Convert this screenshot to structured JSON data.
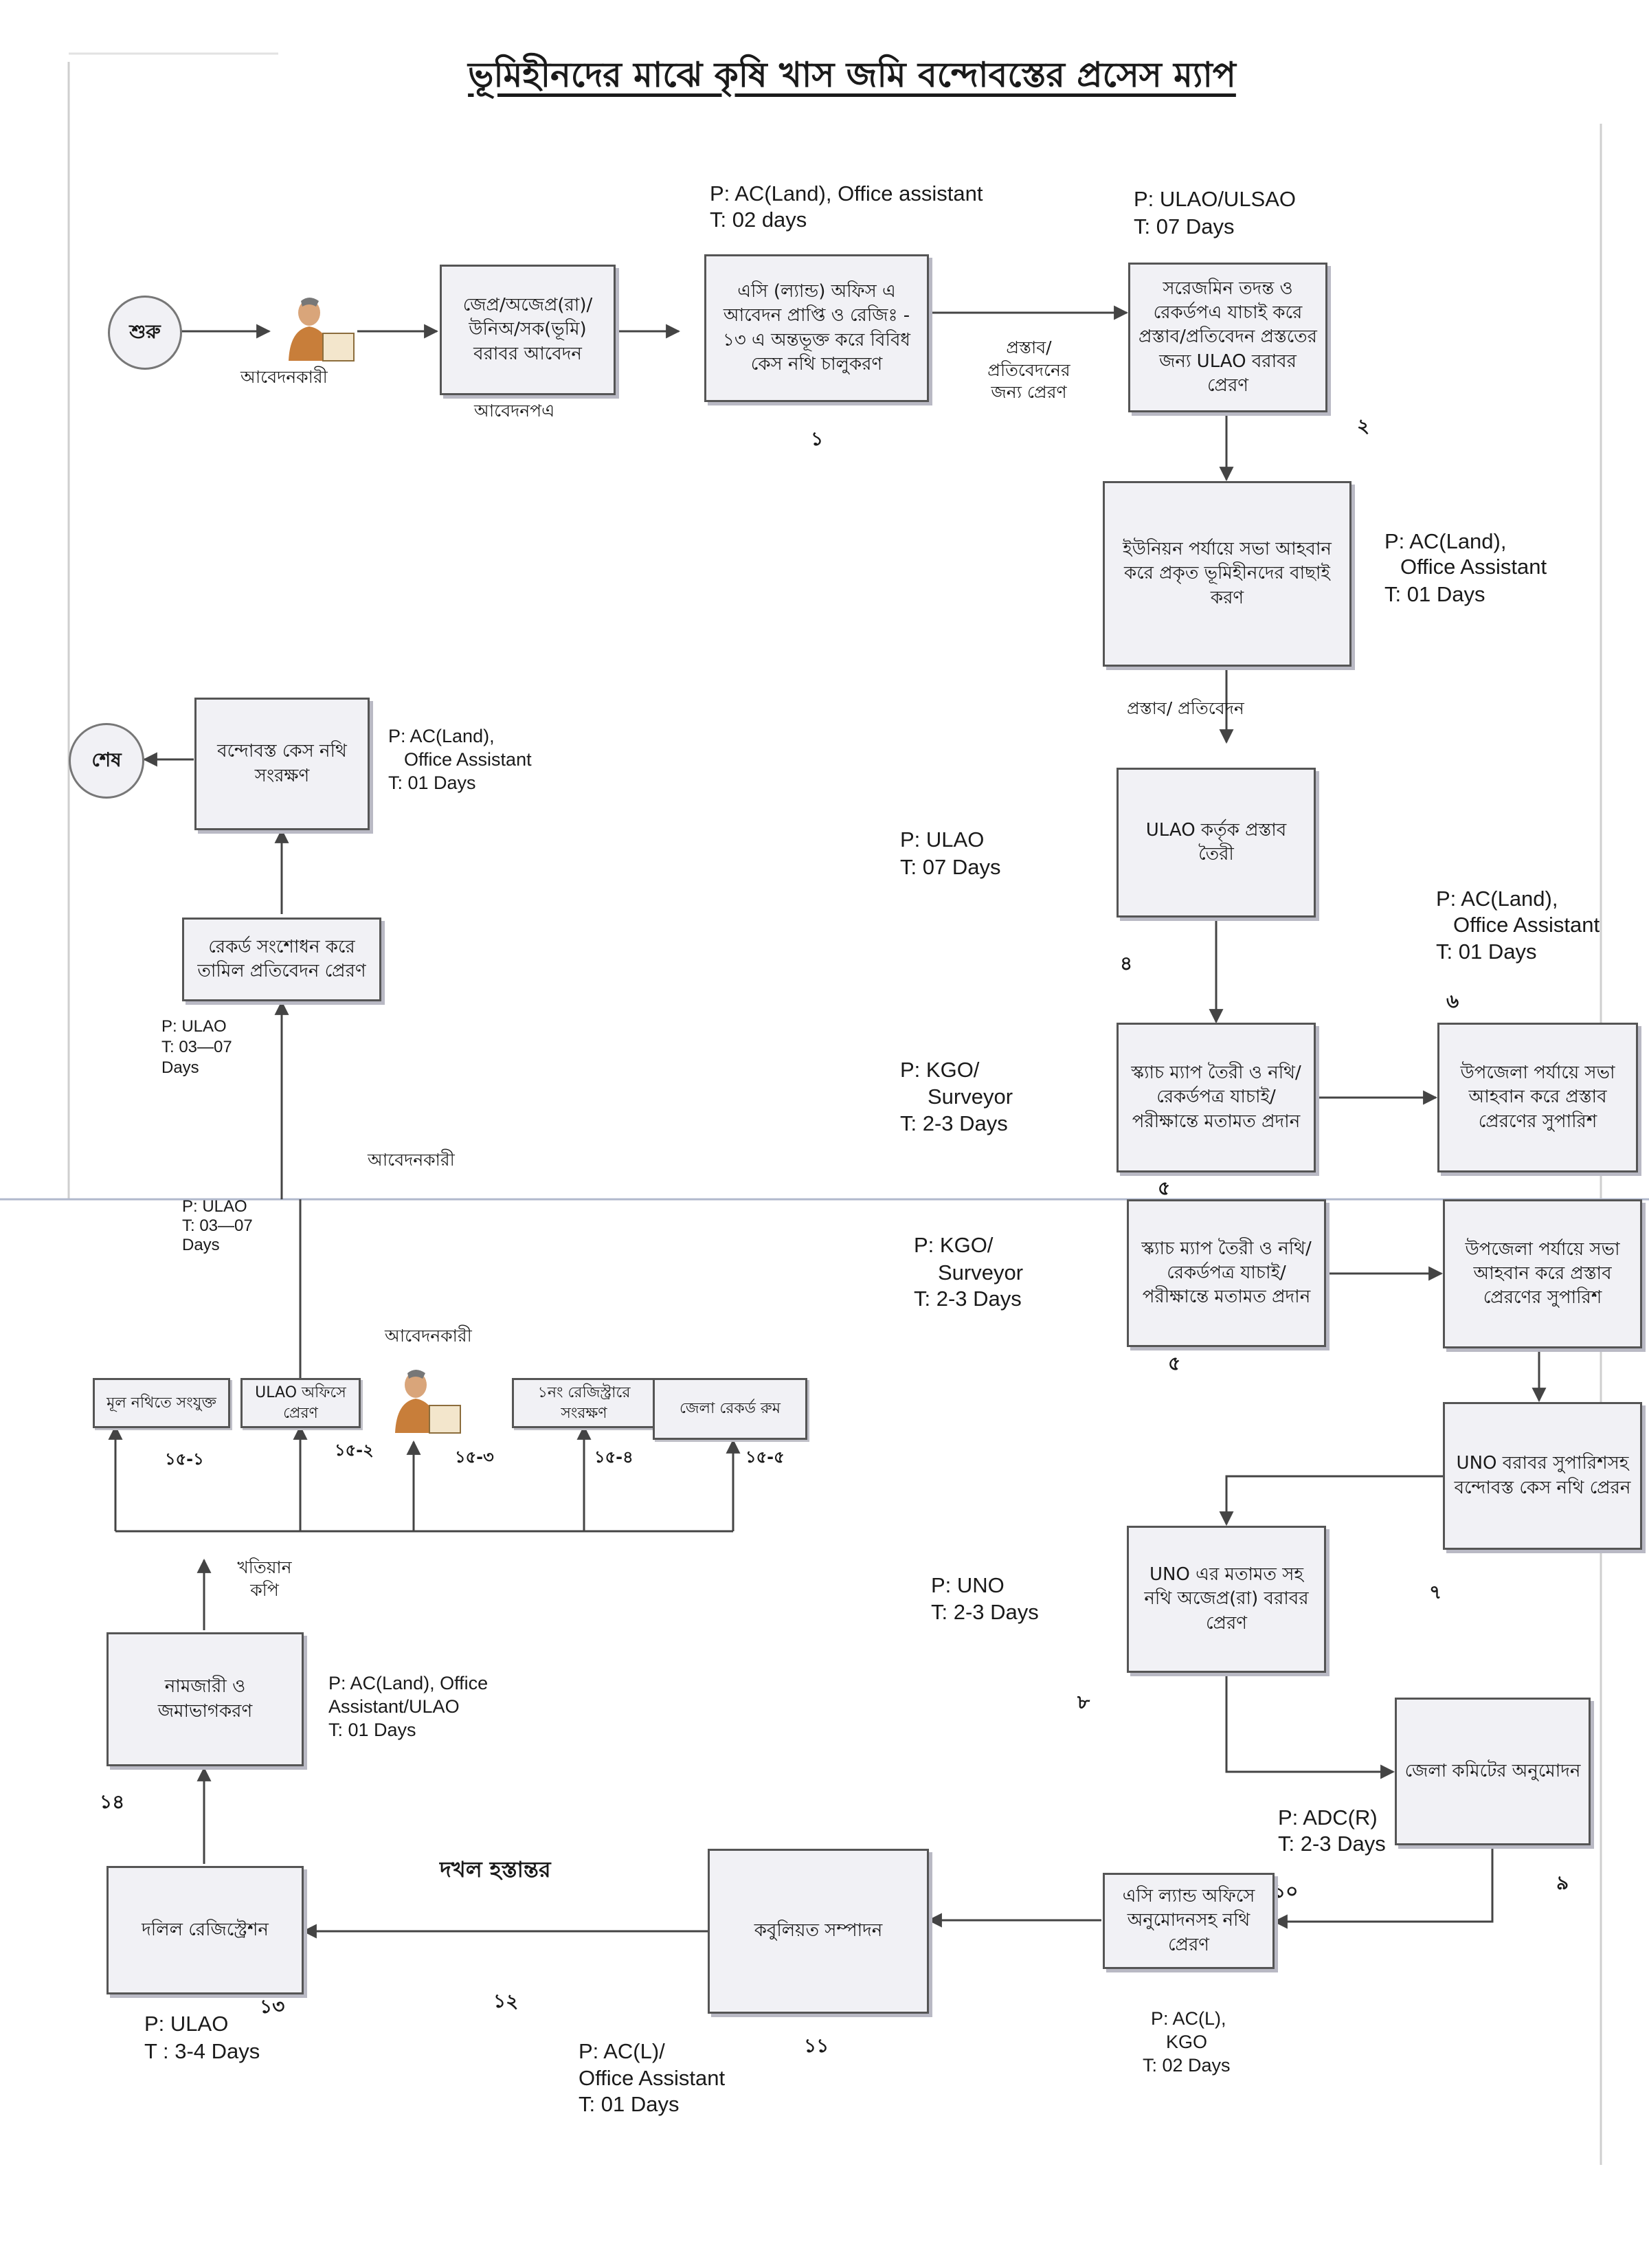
{
  "title": "ভূমিহীনদের মাঝে কৃষি খাস জমি বন্দোবস্তের প্রসেস ম্যাপ",
  "nodes": {
    "start": "শুরু",
    "end": "শেষ",
    "apply": "জেপ্র/অজেপ্র(রা)/ উনিঅ/সক(ভূমি) বরাবর আবেদন",
    "ac_office": "এসি (ল্যান্ড) অফিস এ আবেদন প্রাপ্তি ও রেজিঃ - ১৩ এ অন্তভূক্ত করে বিবিধ কেস নথি চালুকরণ",
    "investigate": "সরেজমিন তদন্ত ও রেকর্ডপএ যাচাই করে প্রস্তাব/প্রতিবেদন প্রস্ততের জন্য ULAO বরাবর প্রেরণ",
    "union_meeting": "ইউনিয়ন পর্যায়ে সভা আহবান করে প্রকৃত ভূমিহীনদের বাছাই করণ",
    "ulao_proposal": "ULAO কর্তৃক প্রস্তাব তৈরী",
    "sketch_top": "স্ক্যাচ ম্যাপ তৈরী ও নথি/রেকর্ডপত্র যাচাই/ পরীক্ষান্তে মতামত প্রদান",
    "upazila_top": "উপজেলা পর্যায়ে সভা আহবান করে প্রস্তাব প্রেরণের সুপারিশ",
    "sketch_bottom": "স্ক্যাচ ম্যাপ তৈরী ও নথি/রেকর্ডপত্র যাচাই/ পরীক্ষান্তে মতামত প্রদান",
    "upazila_bottom": "উপজেলা পর্যায়ে সভা আহবান করে প্রস্তাব প্রেরণের সুপারিশ",
    "uno_send": "UNO বরাবর সুপারিশসহ বন্দোবস্ত কেস নথি প্রেরন",
    "uno_opinion": "UNO এর মতামত সহ নথি অজেপ্র(রা) বরাবর প্রেরণ",
    "district_committee": "জেলা কমিটের অনুমোদন",
    "ac_land_forward": "এসি ল্যান্ড অফিসে অনুমোদনসহ নথি প্রেরণ",
    "kabuliyat": "কবুলিয়ত সম্পাদন",
    "deed_registration": "দলিল রেজিস্ট্রেশন",
    "mutation": "নামজারী ও জমাভাগকরণ",
    "record_correction": "রেকর্ড সংশোধন করে তামিল প্রতিবেদন প্রেরণ",
    "preserve_case": "বন্দোবস্ত কেস নথি সংরক্ষণ",
    "b15_1": "মূল নথিতে সংযুক্ত",
    "b15_2": "ULAO অফিসে প্রেরণ",
    "b15_4": "১নং রেজিস্ট্রারে সংরক্ষণ",
    "b15_5": "জেলা রেকর্ড রুম"
  },
  "labels": {
    "applicant_1": "আবেদনকারী",
    "application_form": "আবেদনপএ",
    "proposal_report_1": "প্রস্তাব/ প্রতিবেদনের জন্য প্রেরণ",
    "proposal_report_2": "প্রস্তাব/ প্রতিবেদন",
    "applicant_2": "আবেদনকারী",
    "applicant_3": "আবেদনকারী",
    "khatian_copy": "খতিয়ান কপি",
    "possession_transfer": "দখল হস্তান্তর"
  },
  "numbers": {
    "n1": "১",
    "n2": "২",
    "n4": "৪",
    "n6": "৬",
    "n5a": "৫",
    "n5b": "৫",
    "n7": "৭",
    "n8": "৮",
    "n9": "৯",
    "n10": "১০",
    "n11": "১১",
    "n12": "১২",
    "n13": "১৩",
    "n14": "১৪",
    "n15_1": "১৫-১",
    "n15_2": "১৫-২",
    "n15_3": "১৫-৩",
    "n15_4": "১৫-৪",
    "n15_5": "১৫-৫"
  },
  "notes": {
    "ac_office_p": "P: AC(Land), Office assistant",
    "ac_office_t": "T: 02 days",
    "investigate_p": "P: ULAO/ULSAO",
    "investigate_t": "T: 07 Days",
    "union_p": "P:  AC(Land),",
    "union_p2": "Office Assistant",
    "union_t": "T:  01 Days",
    "ulao_p": "P: ULAO",
    "ulao_t": "T: 07 Days",
    "upazila_p": "P:  AC(Land),",
    "upazila_p2": "Office Assistant",
    "upazila_t": "T:  01 Days",
    "sketch_top_p": "P: KGO/",
    "sketch_top_p2": "Surveyor",
    "sketch_top_t": "T: 2-3 Days",
    "sketch_bottom_p": "P: KGO/",
    "sketch_bottom_p2": "Surveyor",
    "sketch_bottom_t": "T: 2-3 Days",
    "preserve_p": "P:  AC(Land),",
    "preserve_p2": "Office Assistant",
    "preserve_t": "T:  01 Days",
    "record_p": "P: ULAO",
    "record_t": "T: 03—07",
    "record_t2": "Days",
    "record_b_p": "P: ULAO",
    "record_b_t": "T: 03—07",
    "record_b_t2": "Days",
    "uno_p": "P: UNO",
    "uno_t": "T: 2-3 Days",
    "adc_p": "P: ADC(R)",
    "adc_t": "T: 2-3 Days",
    "acl_p": "P: AC(L),",
    "acl_p2": "KGO",
    "acl_t": "T: 02 Days",
    "kab_p": "P: AC(L)/",
    "kab_p2": "Office Assistant",
    "kab_t": "T: 01 Days",
    "deed_p": "P: ULAO",
    "deed_t": "T : 3-4 Days",
    "mut_p": "P: AC(Land), Office",
    "mut_p2": "Assistant/ULAO",
    "mut_t": "T: 01 Days"
  },
  "colors": {
    "box_fill": "#f1f1f5",
    "box_border": "#555555",
    "shadow": "#b9b9c4",
    "arrow": "#444444",
    "separator": "#b0b8cc"
  },
  "icons": [
    "applicant-figure-icon"
  ]
}
